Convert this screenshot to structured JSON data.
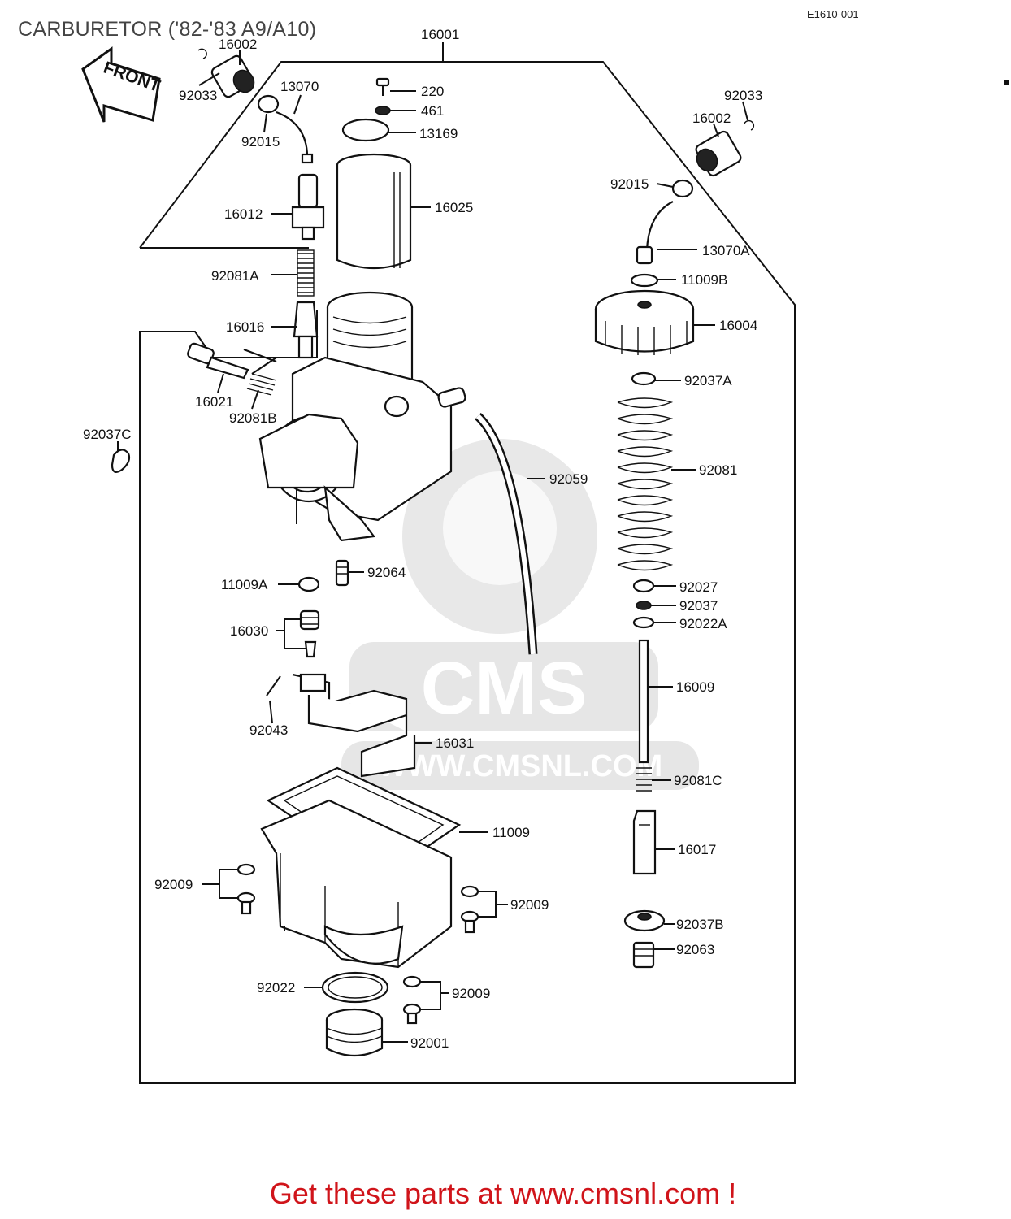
{
  "title": "CARBURETOR ('82-'83 A9/A10)",
  "diagram_code": "E1610-001",
  "front_arrow_label": "FRONT",
  "watermark": {
    "brand": "CMS",
    "url": "WWW.CMSNL.COM"
  },
  "footer": "Get these parts at www.cmsnl.com !",
  "labels": {
    "p16001": "16001",
    "p16002_left": "16002",
    "p92033_left": "92033",
    "p13070": "13070",
    "p92015_left": "92015",
    "p220": "220",
    "p461": "461",
    "p13169": "13169",
    "p16025": "16025",
    "p16012": "16012",
    "p92081a": "92081A",
    "p16016": "16016",
    "p16021": "16021",
    "p92081b": "92081B",
    "p92037c": "92037C",
    "p92033_right": "92033",
    "p16002_right": "16002",
    "p92015_right": "92015",
    "p13070a": "13070A",
    "p11009b": "11009B",
    "p16004": "16004",
    "p92037a": "92037A",
    "p92081": "92081",
    "p92059": "92059",
    "p92064": "92064",
    "p11009a": "11009A",
    "p16030": "16030",
    "p92027": "92027",
    "p92037": "92037",
    "p92022a": "92022A",
    "p16009": "16009",
    "p92043": "92043",
    "p16031": "16031",
    "p92081c": "92081C",
    "p11009": "11009",
    "p16017": "16017",
    "p92009_left": "92009",
    "p92009_mid": "92009",
    "p92037b": "92037B",
    "p92063": "92063",
    "p92022": "92022",
    "p92009_bottom": "92009",
    "p92001": "92001"
  }
}
